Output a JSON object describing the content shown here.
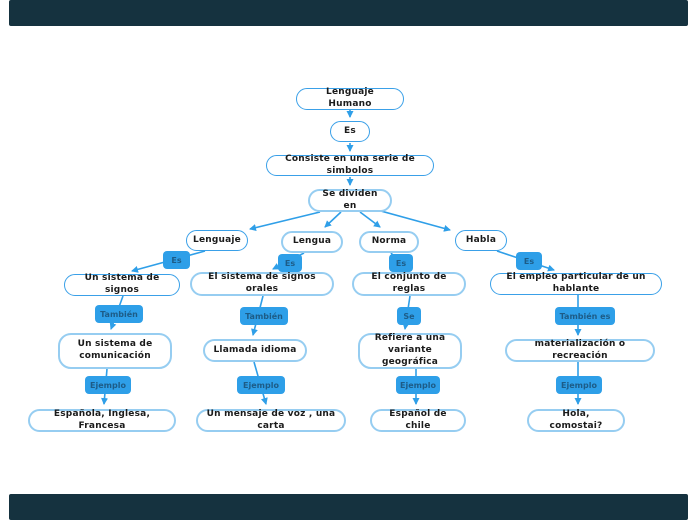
{
  "colors": {
    "accent": "#2F9FE8",
    "label_bg": "#2E9FE8",
    "label_text": "#1D5C87",
    "node_border": "#3AA0E8",
    "node_border_light": "#96CDF1",
    "bar_color": "#15323F",
    "text": "#1B1B1B"
  },
  "map": {
    "root": "Lenguaje Humano",
    "root_connector": "Es",
    "definition": "Consiste en una serie de simbolos",
    "divider": "Se dividen en",
    "branches": [
      {
        "title": "Lenguaje",
        "c1": "Es",
        "d1": "Un sistema de signos",
        "c2": "También",
        "d2": "Un sistema de comunicación",
        "c3": "Ejemplo",
        "example": "Española, Inglesa, Francesa"
      },
      {
        "title": "Lengua",
        "c1": "Es",
        "d1": "El sistema de signos orales",
        "c2": "También",
        "d2": "Llamada idioma",
        "c3": "Ejemplo",
        "example": "Un mensaje de voz , una carta"
      },
      {
        "title": "Norma",
        "c1": "Es",
        "d1": "El conjunto de reglas",
        "c2": "Se",
        "d2": "Refiere a una variante geográfica",
        "c3": "Ejemplo",
        "example": "Español de chile"
      },
      {
        "title": "Habla",
        "c1": "Es",
        "d1": "El empleo particular de un hablante",
        "c2": "También es",
        "d2": "materialización o recreación",
        "c3": "Ejemplo",
        "example": "Hola, comostai?"
      }
    ]
  }
}
